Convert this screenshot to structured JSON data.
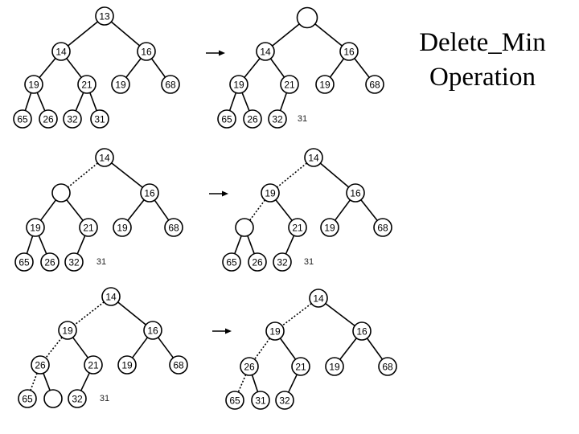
{
  "title": {
    "line1": "Delete_Min",
    "line2": "Operation"
  },
  "steps": [
    {
      "nodes": [
        "13",
        "14",
        "16",
        "19",
        "21",
        "19",
        "68",
        "65",
        "26",
        "32",
        "31"
      ],
      "dotted_edges": [],
      "loose": null
    },
    {
      "nodes": [
        "",
        "14",
        "16",
        "19",
        "21",
        "19",
        "68",
        "65",
        "26",
        "32",
        null
      ],
      "dotted_edges": [],
      "loose": "31"
    },
    {
      "nodes": [
        "14",
        "",
        "16",
        "19",
        "21",
        "19",
        "68",
        "65",
        "26",
        "32",
        null
      ],
      "dotted_edges": [
        0
      ],
      "loose": "31"
    },
    {
      "nodes": [
        "14",
        "19",
        "16",
        "",
        "21",
        "19",
        "68",
        "65",
        "26",
        "32",
        null
      ],
      "dotted_edges": [
        0,
        2
      ],
      "loose": "31"
    },
    {
      "nodes": [
        "14",
        "19",
        "16",
        "26",
        "21",
        "19",
        "68",
        "65",
        "",
        "32",
        null
      ],
      "dotted_edges": [
        0,
        2,
        6
      ],
      "loose": "31"
    },
    {
      "nodes": [
        "14",
        "19",
        "16",
        "26",
        "21",
        "19",
        "68",
        "65",
        "31",
        "32",
        null
      ],
      "dotted_edges": [
        0,
        2,
        6
      ],
      "loose": null
    }
  ]
}
